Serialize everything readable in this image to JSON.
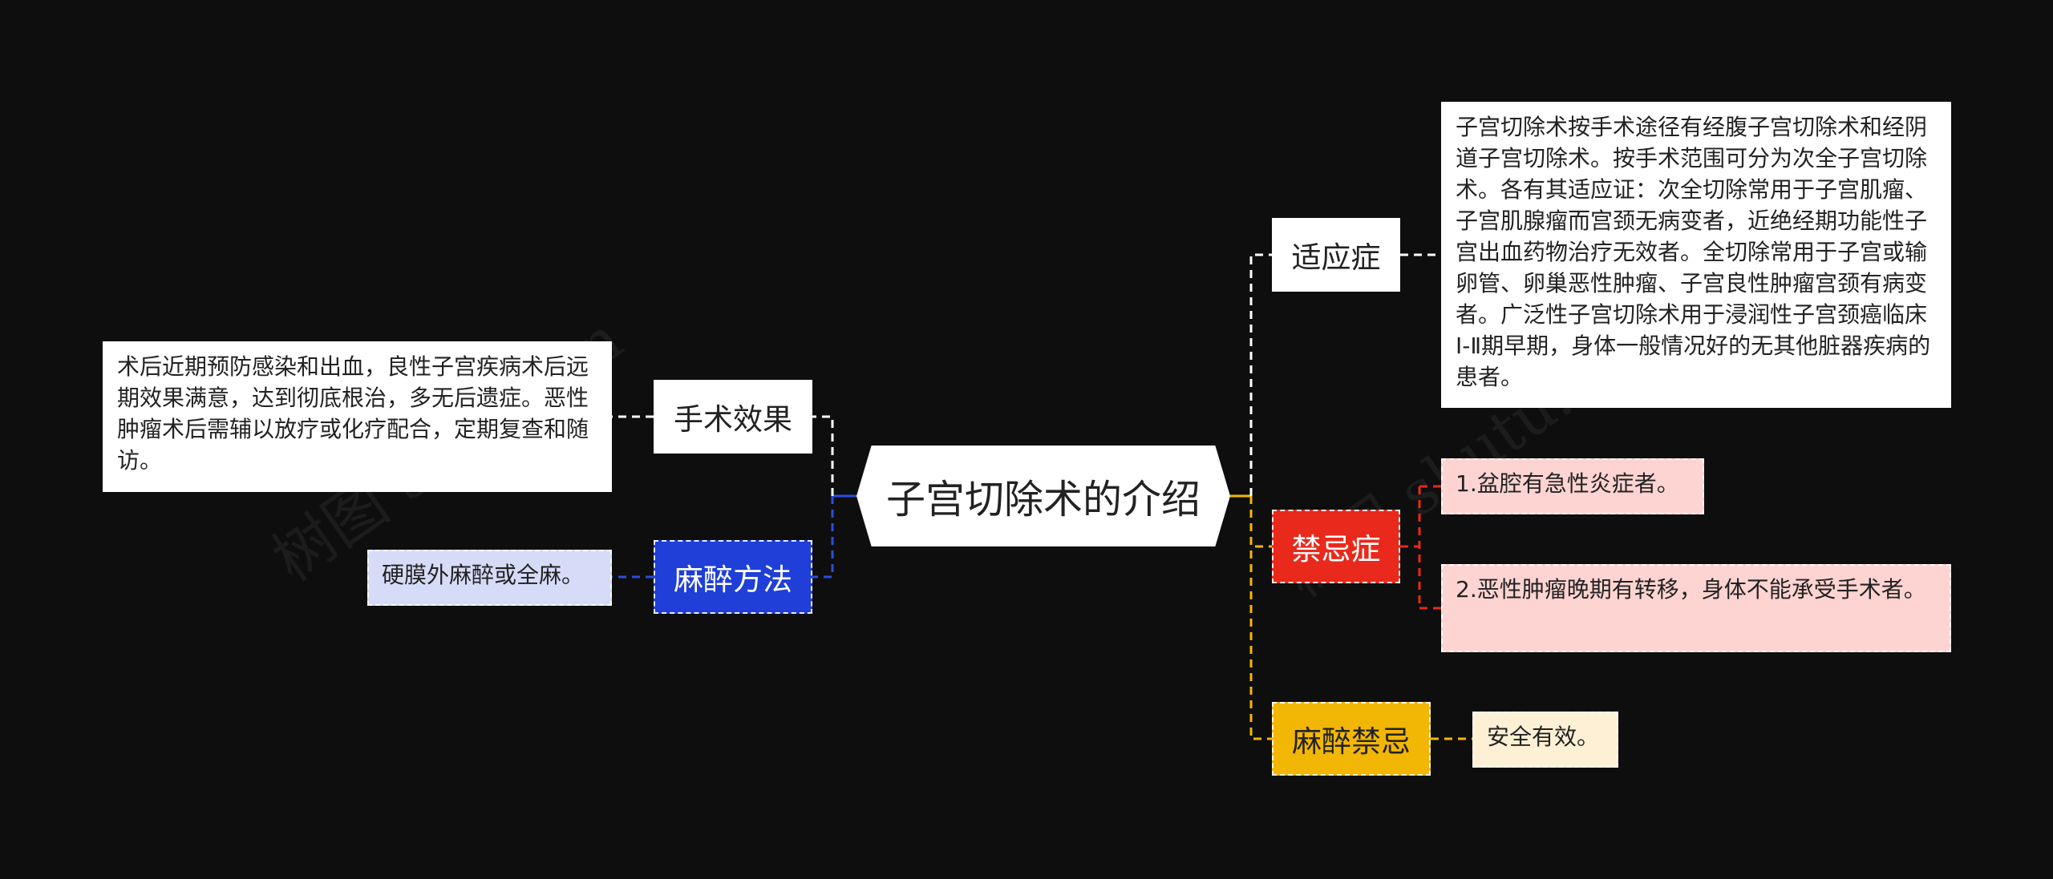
{
  "watermark": "树图 shutu.cn",
  "colors": {
    "background": "#0e0e0e",
    "blue_branch": "#1f3fd8",
    "red_branch": "#e8291c",
    "yellow_branch": "#f2b705",
    "blue_leaf": "#d6dcf7",
    "red_leaf": "#fdd4d2",
    "yellow_leaf": "#fdf0d4"
  },
  "center": {
    "title": "子宫切除术的介绍"
  },
  "left_branches": {
    "surgery_effect": {
      "label": "手术效果",
      "detail": "术后近期预防感染和出血，良性子宫疾病术后远期效果满意，达到彻底根治，多无后遗症。恶性肿瘤术后需辅以放疗或化疗配合，定期复查和随访。"
    },
    "anesthesia_method": {
      "label": "麻醉方法",
      "detail": "硬膜外麻醉或全麻。"
    }
  },
  "right_branches": {
    "indications": {
      "label": "适应症",
      "detail": "子宫切除术按手术途径有经腹子宫切除术和经阴道子宫切除术。按手术范围可分为次全子宫切除术。各有其适应证：次全切除常用于子宫肌瘤、子宫肌腺瘤而宫颈无病变者，近绝经期功能性子宫出血药物治疗无效者。全切除常用于子宫或输卵管、卵巢恶性肿瘤、子宫良性肿瘤宫颈有病变者。广泛性子宫切除术用于浸润性子宫颈癌临床Ⅰ-Ⅱ期早期，身体一般情况好的无其他脏器疾病的患者。"
    },
    "contraindications": {
      "label": "禁忌症",
      "items": [
        "1.盆腔有急性炎症者。",
        "2.恶性肿瘤晚期有转移，身体不能承受手术者。"
      ]
    },
    "anesthesia_contraindications": {
      "label": "麻醉禁忌",
      "detail": "安全有效。"
    }
  }
}
